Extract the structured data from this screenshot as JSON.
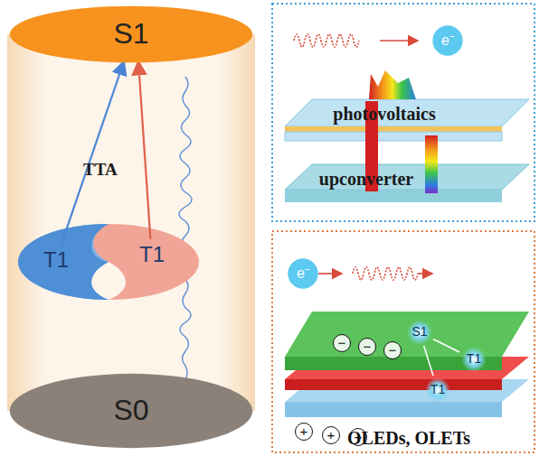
{
  "diagram": {
    "nodes": [
      {
        "text": [
          "S1"
        ]
      },
      {
        "text": [
          "T1"
        ]
      },
      {
        "text": [
          "T1"
        ]
      },
      {
        "text": [
          "S0"
        ]
      },
      {
        "text": [
          "e⁻"
        ]
      },
      {
        "text": [
          "photovoltaics"
        ]
      },
      {
        "text": [
          "upconverter"
        ]
      },
      {
        "text": [
          "e⁻"
        ]
      },
      {
        "text": [
          "S1"
        ]
      },
      {
        "text": [
          "T1"
        ]
      },
      {
        "text": [
          "T1"
        ]
      }
    ],
    "edges": [
      {
        "from": 1,
        "to": 0,
        "arrow": "to"
      },
      {
        "from": 2,
        "to": 0,
        "arrow": "to"
      },
      {
        "from": 8,
        "to": 9,
        "arrow": "none"
      },
      {
        "from": 8,
        "to": 10,
        "arrow": "none"
      }
    ],
    "labels": [
      "TTA",
      "−",
      "−",
      "−",
      "+",
      "+",
      "+",
      "OLEDs, OLETs"
    ]
  }
}
